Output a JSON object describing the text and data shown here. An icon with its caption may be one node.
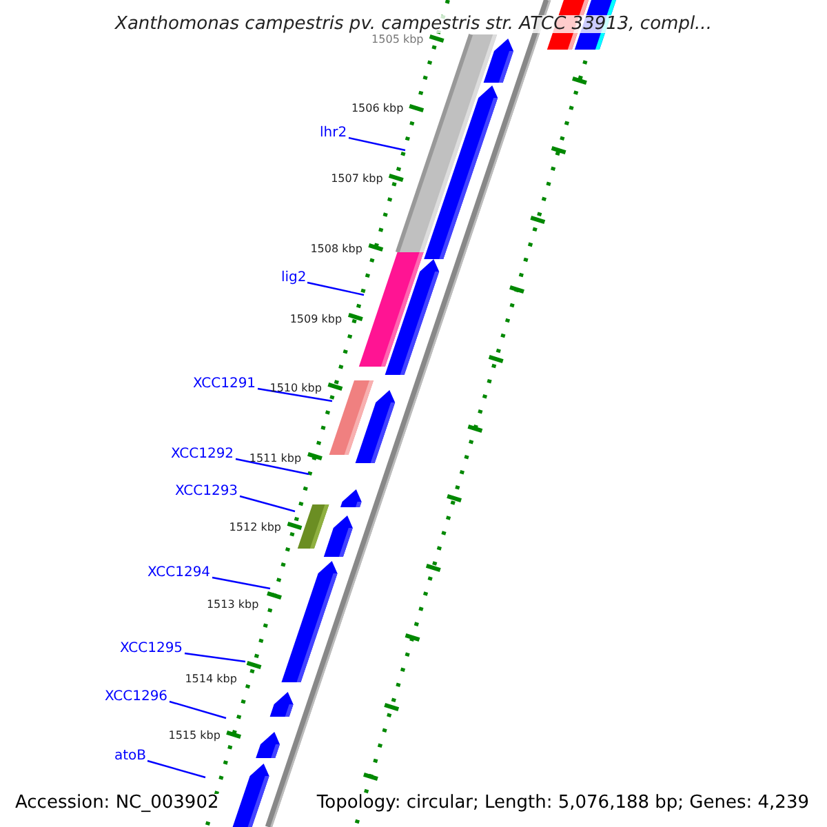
{
  "diagram": {
    "title": "Xanthomonas campestris pv. campestris str. ATCC 33913, compl...",
    "nodes": [
      {
        "text": [
          "lhr2"
        ]
      },
      {
        "text": [
          "lig2"
        ]
      },
      {
        "text": [
          "XCC1291"
        ]
      },
      {
        "text": [
          "XCC1292"
        ]
      },
      {
        "text": [
          "XCC1293"
        ]
      },
      {
        "text": [
          "XCC1294"
        ]
      },
      {
        "text": [
          "XCC1295"
        ]
      },
      {
        "text": [
          "XCC1296"
        ]
      },
      {
        "text": [
          "atoB"
        ]
      }
    ],
    "edges": [
      {
        "from": 0,
        "to": null,
        "arrow": "none"
      },
      {
        "from": 1,
        "to": null,
        "arrow": "none"
      },
      {
        "from": 2,
        "to": null,
        "arrow": "none"
      },
      {
        "from": 3,
        "to": null,
        "arrow": "none"
      },
      {
        "from": 4,
        "to": null,
        "arrow": "none"
      },
      {
        "from": 5,
        "to": null,
        "arrow": "none"
      },
      {
        "from": 6,
        "to": null,
        "arrow": "none"
      },
      {
        "from": 7,
        "to": null,
        "arrow": "none"
      },
      {
        "from": 8,
        "to": null,
        "arrow": "none"
      }
    ],
    "labels": [
      "1505 kbp",
      "1506 kbp",
      "1507 kbp",
      "1508 kbp",
      "1509 kbp",
      "1510 kbp",
      "1511 kbp",
      "1512 kbp",
      "1513 kbp",
      "1514 kbp",
      "1515 kbp",
      "Accession: NC_003902",
      "Topology: circular; Length: 5,076,188 bp; Genes: 4,239"
    ]
  }
}
